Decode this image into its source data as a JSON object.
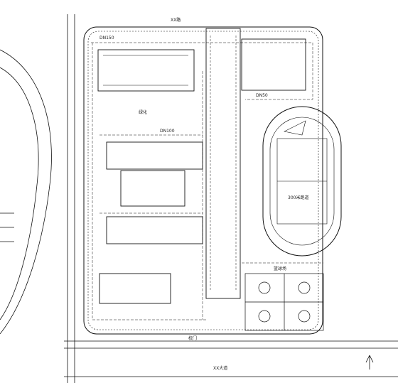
{
  "labels": {
    "north_road": "XX路",
    "south_road": "XX大道",
    "track_field": "300米跑道",
    "gate": "校门",
    "pipe_a": "DN150",
    "pipe_b": "DN100",
    "pipe_c": "DN50",
    "court": "篮球场",
    "lawn": "绿化"
  },
  "colors": {
    "line": "#111111",
    "background": "#ffffff"
  }
}
